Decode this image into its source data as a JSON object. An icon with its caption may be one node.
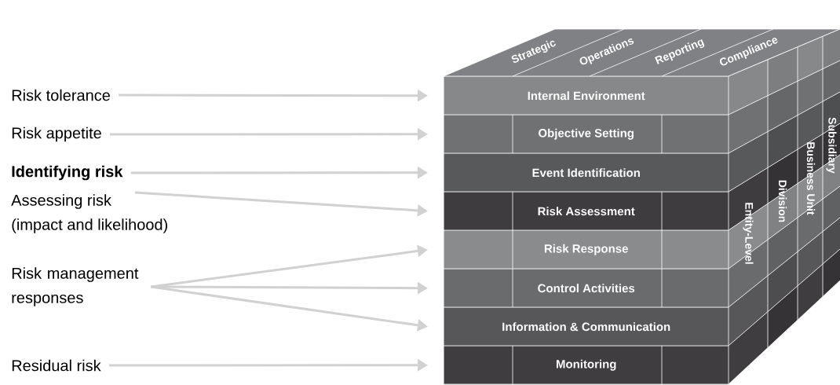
{
  "diagram": {
    "nodes": [
      {
        "text": [
          "Risk tolerance"
        ]
      },
      {
        "text": [
          "Risk appetite"
        ]
      },
      {
        "text": [
          "**Identifying risk**"
        ]
      },
      {
        "text": [
          "Assessing risk (impact and likelihood)"
        ]
      },
      {
        "text": [
          "Risk management responses"
        ]
      },
      {
        "text": [
          "Residual risk"
        ]
      },
      {
        "text": [
          "Internal Environment"
        ]
      },
      {
        "text": [
          "Objective Setting"
        ]
      },
      {
        "text": [
          "Event Identification"
        ]
      },
      {
        "text": [
          "Risk Assessment"
        ]
      },
      {
        "text": [
          "Risk Response"
        ]
      },
      {
        "text": [
          "Control Activities"
        ]
      },
      {
        "text": [
          "Information & Communication"
        ]
      },
      {
        "text": [
          "Monitoring"
        ]
      }
    ],
    "edges": [
      {
        "from": 0,
        "to": 6,
        "arrow": "to"
      },
      {
        "from": 1,
        "to": 7,
        "arrow": "to"
      },
      {
        "from": 2,
        "to": 8,
        "arrow": "to"
      },
      {
        "from": 3,
        "to": 9,
        "arrow": "to"
      },
      {
        "from": 4,
        "to": 10,
        "arrow": "to"
      },
      {
        "from": 4,
        "to": 11,
        "arrow": "to"
      },
      {
        "from": 4,
        "to": 12,
        "arrow": "to"
      },
      {
        "from": 5,
        "to": 13,
        "arrow": "to"
      }
    ],
    "labels": [
      "Strategic",
      "Operations",
      "Reporting",
      "Compliance",
      "Entity-Level",
      "Division",
      "Business Unit",
      "Subsidiary"
    ]
  }
}
